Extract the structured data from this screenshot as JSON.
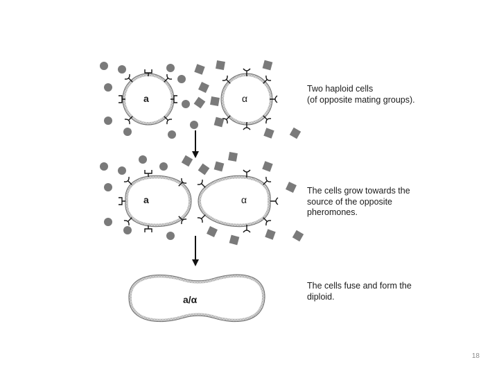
{
  "slide": {
    "page_number": "18",
    "stages": [
      {
        "labels": [
          "a",
          "α"
        ],
        "caption_lines": [
          "Two haploid cells",
          "(of opposite mating groups)."
        ]
      },
      {
        "labels": [
          "a",
          "α"
        ],
        "caption_lines": [
          "The cells grow towards the",
          "source of the opposite",
          "pheromones."
        ]
      },
      {
        "labels": [
          "a/α"
        ],
        "caption_lines": [
          "The cells fuse and form the",
          "diploid."
        ]
      }
    ]
  },
  "colors": {
    "membrane": "#c8c8c8",
    "membrane_outline": "#6e6e6e",
    "pheromone": "#7a7a7a",
    "arrow": "#111111",
    "text": "#1a1a1a",
    "page_number": "#8a8a8a"
  },
  "icons": {
    "a_factor": "filled-circle",
    "alpha_factor": "filled-square",
    "a_receptor": "square-bracket",
    "alpha_receptor": "y-shaped-receptor",
    "arrow": "down-arrow"
  }
}
